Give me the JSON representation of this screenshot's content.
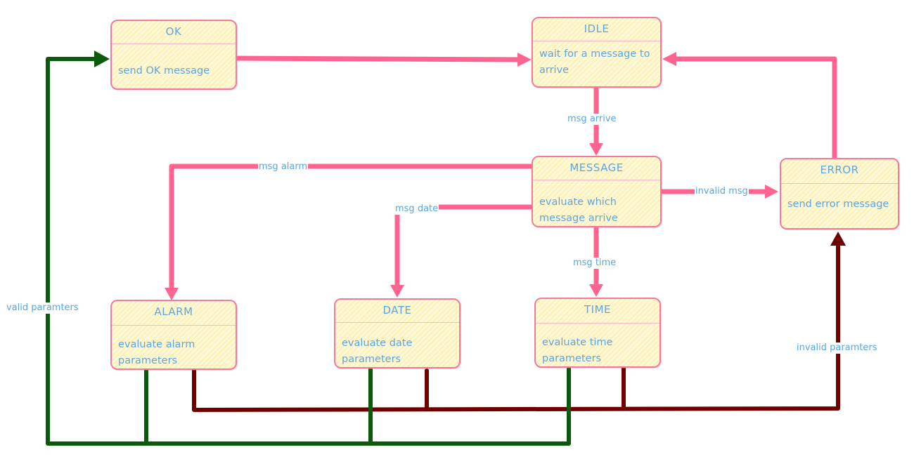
{
  "diagram": {
    "type": "state-machine",
    "colors": {
      "box_border": "#f27a9a",
      "box_fill": "#fff8d6",
      "text": "#5aa6e0",
      "main_flow": "#ff6490",
      "valid_flow": "#0b5a0b",
      "invalid_flow": "#6e0000"
    },
    "states": {
      "ok": {
        "title": "OK",
        "description": "send OK message"
      },
      "idle": {
        "title": "IDLE",
        "description": "wait for a message to arrive"
      },
      "message": {
        "title": "MESSAGE",
        "description": "evaluate which message arrive"
      },
      "error": {
        "title": "ERROR",
        "description": "send error message"
      },
      "alarm": {
        "title": "ALARM",
        "description": "evaluate alarm parameters"
      },
      "date": {
        "title": "DATE",
        "description": "evaluate date parameters"
      },
      "time": {
        "title": "TIME",
        "description": "evaluate time parameters"
      }
    },
    "transitions": [
      {
        "from": "OK",
        "to": "IDLE",
        "label": ""
      },
      {
        "from": "IDLE",
        "to": "MESSAGE",
        "label": "msg arrive"
      },
      {
        "from": "MESSAGE",
        "to": "ALARM",
        "label": "msg alarm"
      },
      {
        "from": "MESSAGE",
        "to": "DATE",
        "label": "msg date"
      },
      {
        "from": "MESSAGE",
        "to": "TIME",
        "label": "msg time"
      },
      {
        "from": "MESSAGE",
        "to": "ERROR",
        "label": "invalid msg"
      },
      {
        "from": "ERROR",
        "to": "IDLE",
        "label": ""
      },
      {
        "from": "ALARM/DATE/TIME",
        "to": "OK",
        "label": "valid paramters"
      },
      {
        "from": "ALARM/DATE/TIME",
        "to": "ERROR",
        "label": "invalid paramters"
      }
    ],
    "labels": {
      "msg_arrive": "msg arrive",
      "msg_alarm": "msg alarm",
      "msg_date": "msg date",
      "msg_time": "msg time",
      "invalid_msg": "invalid msg",
      "valid_params": "valid paramters",
      "invalid_params": "invalid paramters"
    }
  }
}
